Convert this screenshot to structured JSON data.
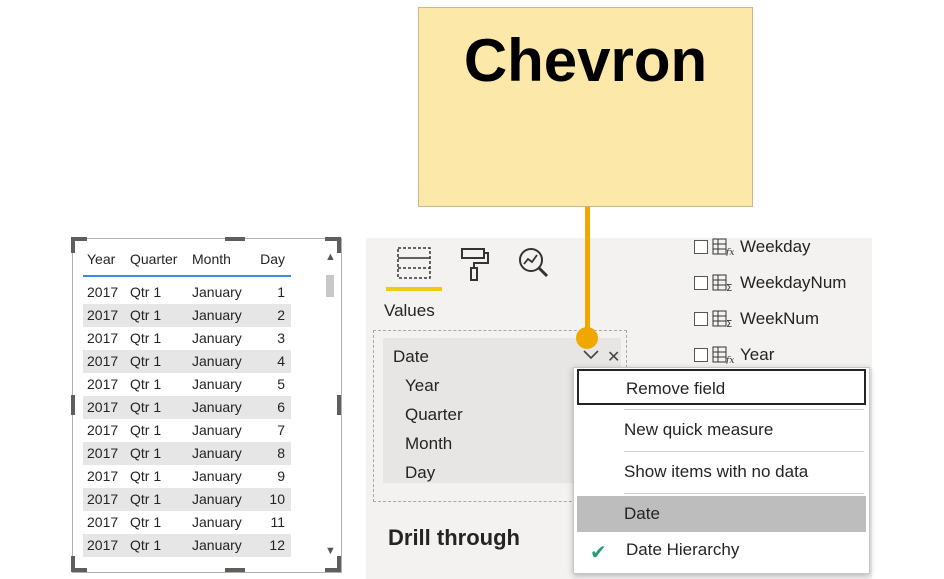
{
  "callout": {
    "text": "Chevron",
    "color": "#f0a800"
  },
  "table": {
    "headers": [
      "Year",
      "Quarter",
      "Month",
      "Day"
    ],
    "rows": [
      [
        "2017",
        "Qtr 1",
        "January",
        "1"
      ],
      [
        "2017",
        "Qtr 1",
        "January",
        "2"
      ],
      [
        "2017",
        "Qtr 1",
        "January",
        "3"
      ],
      [
        "2017",
        "Qtr 1",
        "January",
        "4"
      ],
      [
        "2017",
        "Qtr 1",
        "January",
        "5"
      ],
      [
        "2017",
        "Qtr 1",
        "January",
        "6"
      ],
      [
        "2017",
        "Qtr 1",
        "January",
        "7"
      ],
      [
        "2017",
        "Qtr 1",
        "January",
        "8"
      ],
      [
        "2017",
        "Qtr 1",
        "January",
        "9"
      ],
      [
        "2017",
        "Qtr 1",
        "January",
        "10"
      ],
      [
        "2017",
        "Qtr 1",
        "January",
        "11"
      ],
      [
        "2017",
        "Qtr 1",
        "January",
        "12"
      ]
    ]
  },
  "viz_pane": {
    "icons": [
      "fields-tab-icon",
      "format-paintroller-icon",
      "analytics-magnifier-icon"
    ],
    "accent": "#f2c811",
    "values_label": "Values",
    "field": {
      "name": "Date",
      "hierarchy": [
        "Year",
        "Quarter",
        "Month",
        "Day"
      ]
    },
    "drill_through": "Drill through"
  },
  "fields_pane": {
    "items": [
      {
        "label": "Weekday",
        "icon": "calculated-column-icon"
      },
      {
        "label": "WeekdayNum",
        "icon": "sigma-column-icon"
      },
      {
        "label": "WeekNum",
        "icon": "sigma-column-icon"
      },
      {
        "label": "Year",
        "icon": "calculated-column-icon"
      }
    ]
  },
  "context_menu": {
    "items": [
      {
        "label": "Remove field",
        "state": "focused"
      },
      {
        "label": "New quick measure",
        "state": ""
      },
      {
        "label": "Show items with no data",
        "state": ""
      },
      {
        "label": "Date",
        "state": "hover"
      },
      {
        "label": "Date Hierarchy",
        "state": "checked"
      }
    ],
    "check_color": "#2e9c74"
  }
}
